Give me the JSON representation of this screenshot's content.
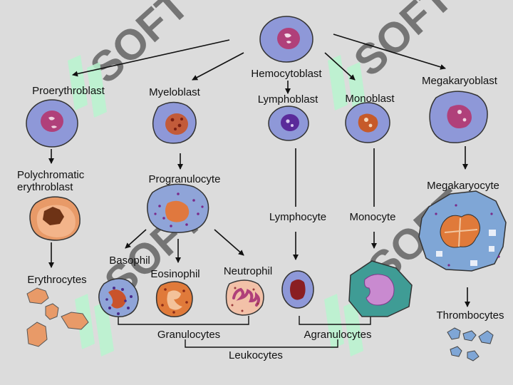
{
  "watermark": {
    "text": "SOFT",
    "color": "#ffffff",
    "logo_color": "#b9f5cf"
  },
  "labels": {
    "hemocytoblast": "Hemocytoblast",
    "proerythroblast": "Proerythroblast",
    "myeloblast": "Myeloblast",
    "lymphoblast": "Lymphoblast",
    "monoblast": "Monoblast",
    "megakaryoblast": "Megakaryoblast",
    "polychromatic_line1": "Polychromatic",
    "polychromatic_line2": "erythroblast",
    "progranulocyte": "Progranulocyte",
    "megakaryocyte": "Megakaryocyte",
    "lymphocyte": "Lymphocyte",
    "monocyte": "Monocyte",
    "basophil": "Basophil",
    "eosinophil": "Eosinophil",
    "neutrophil": "Neutrophil",
    "erythrocytes": "Erythrocytes",
    "thrombocytes": "Thrombocytes",
    "granulocytes": "Granulocytes",
    "agranulocytes": "Agranulocytes",
    "leukocytes": "Leukocytes"
  },
  "colors": {
    "background": "#dcdcdc",
    "blast_cytoplasm": "#8e98d8",
    "blast_nucleus": "#b0407a",
    "erythro_orange": "#e89a68",
    "granulo_blue": "#8fa4d8",
    "monocyte_teal": "#3f9c95",
    "monocyte_nucleus": "#c98ad0",
    "mega_blue": "#7fa6d6",
    "eosin_orange": "#e07a3a",
    "neutro_pink": "#f2c1a8",
    "outline": "#333333"
  }
}
